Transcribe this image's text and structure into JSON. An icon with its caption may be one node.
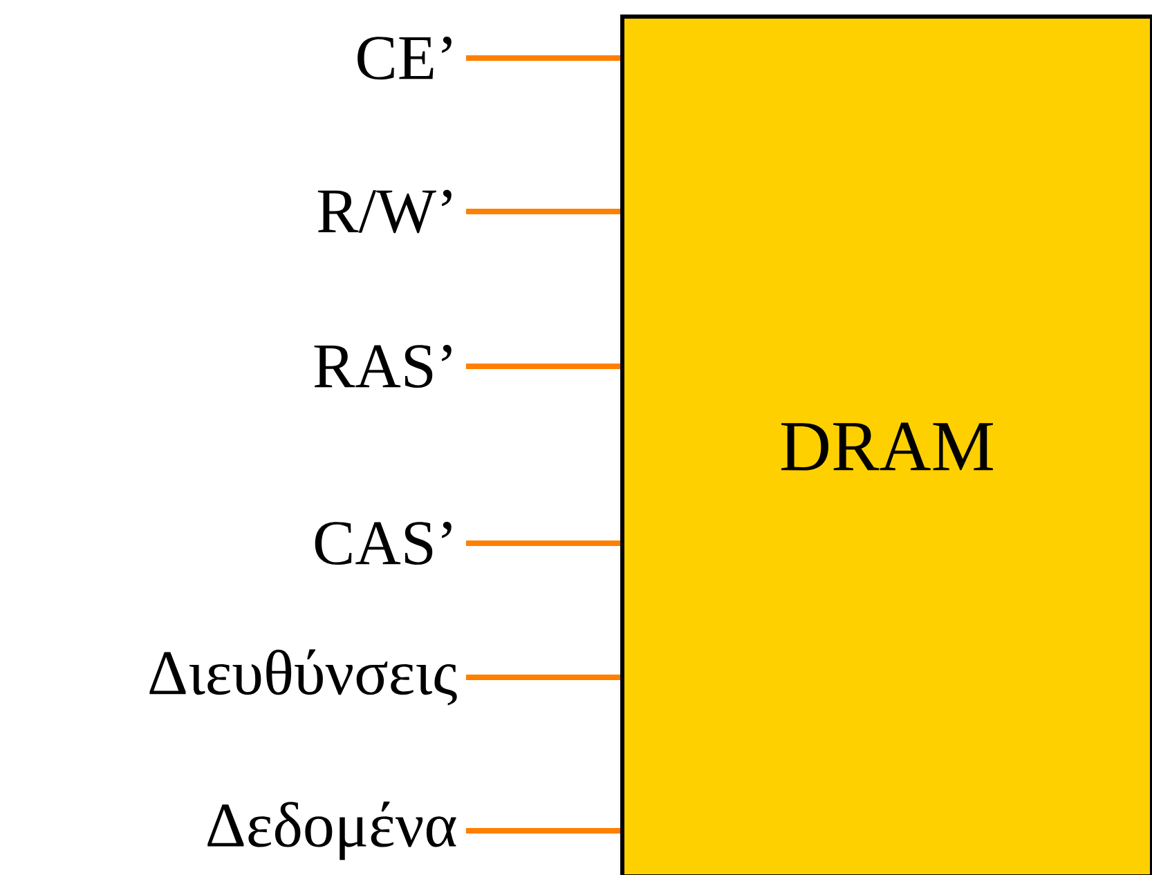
{
  "diagram": {
    "nodes": [
      {
        "text": [
          "DRAM"
        ]
      },
      {
        "text": [
          "CE’"
        ]
      },
      {
        "text": [
          "R/W’"
        ]
      },
      {
        "text": [
          "RAS’"
        ]
      },
      {
        "text": [
          "CAS’"
        ]
      },
      {
        "text": [
          "Διευθύνσεις"
        ]
      },
      {
        "text": [
          "Δεδομένα"
        ]
      }
    ],
    "edges": [
      {
        "from": 1,
        "to": 0,
        "arrow": "none"
      },
      {
        "from": 2,
        "to": 0,
        "arrow": "none"
      },
      {
        "from": 3,
        "to": 0,
        "arrow": "none"
      },
      {
        "from": 4,
        "to": 0,
        "arrow": "none"
      },
      {
        "from": 5,
        "to": 0,
        "arrow": "none"
      },
      {
        "from": 6,
        "to": 0,
        "arrow": "none"
      }
    ]
  }
}
